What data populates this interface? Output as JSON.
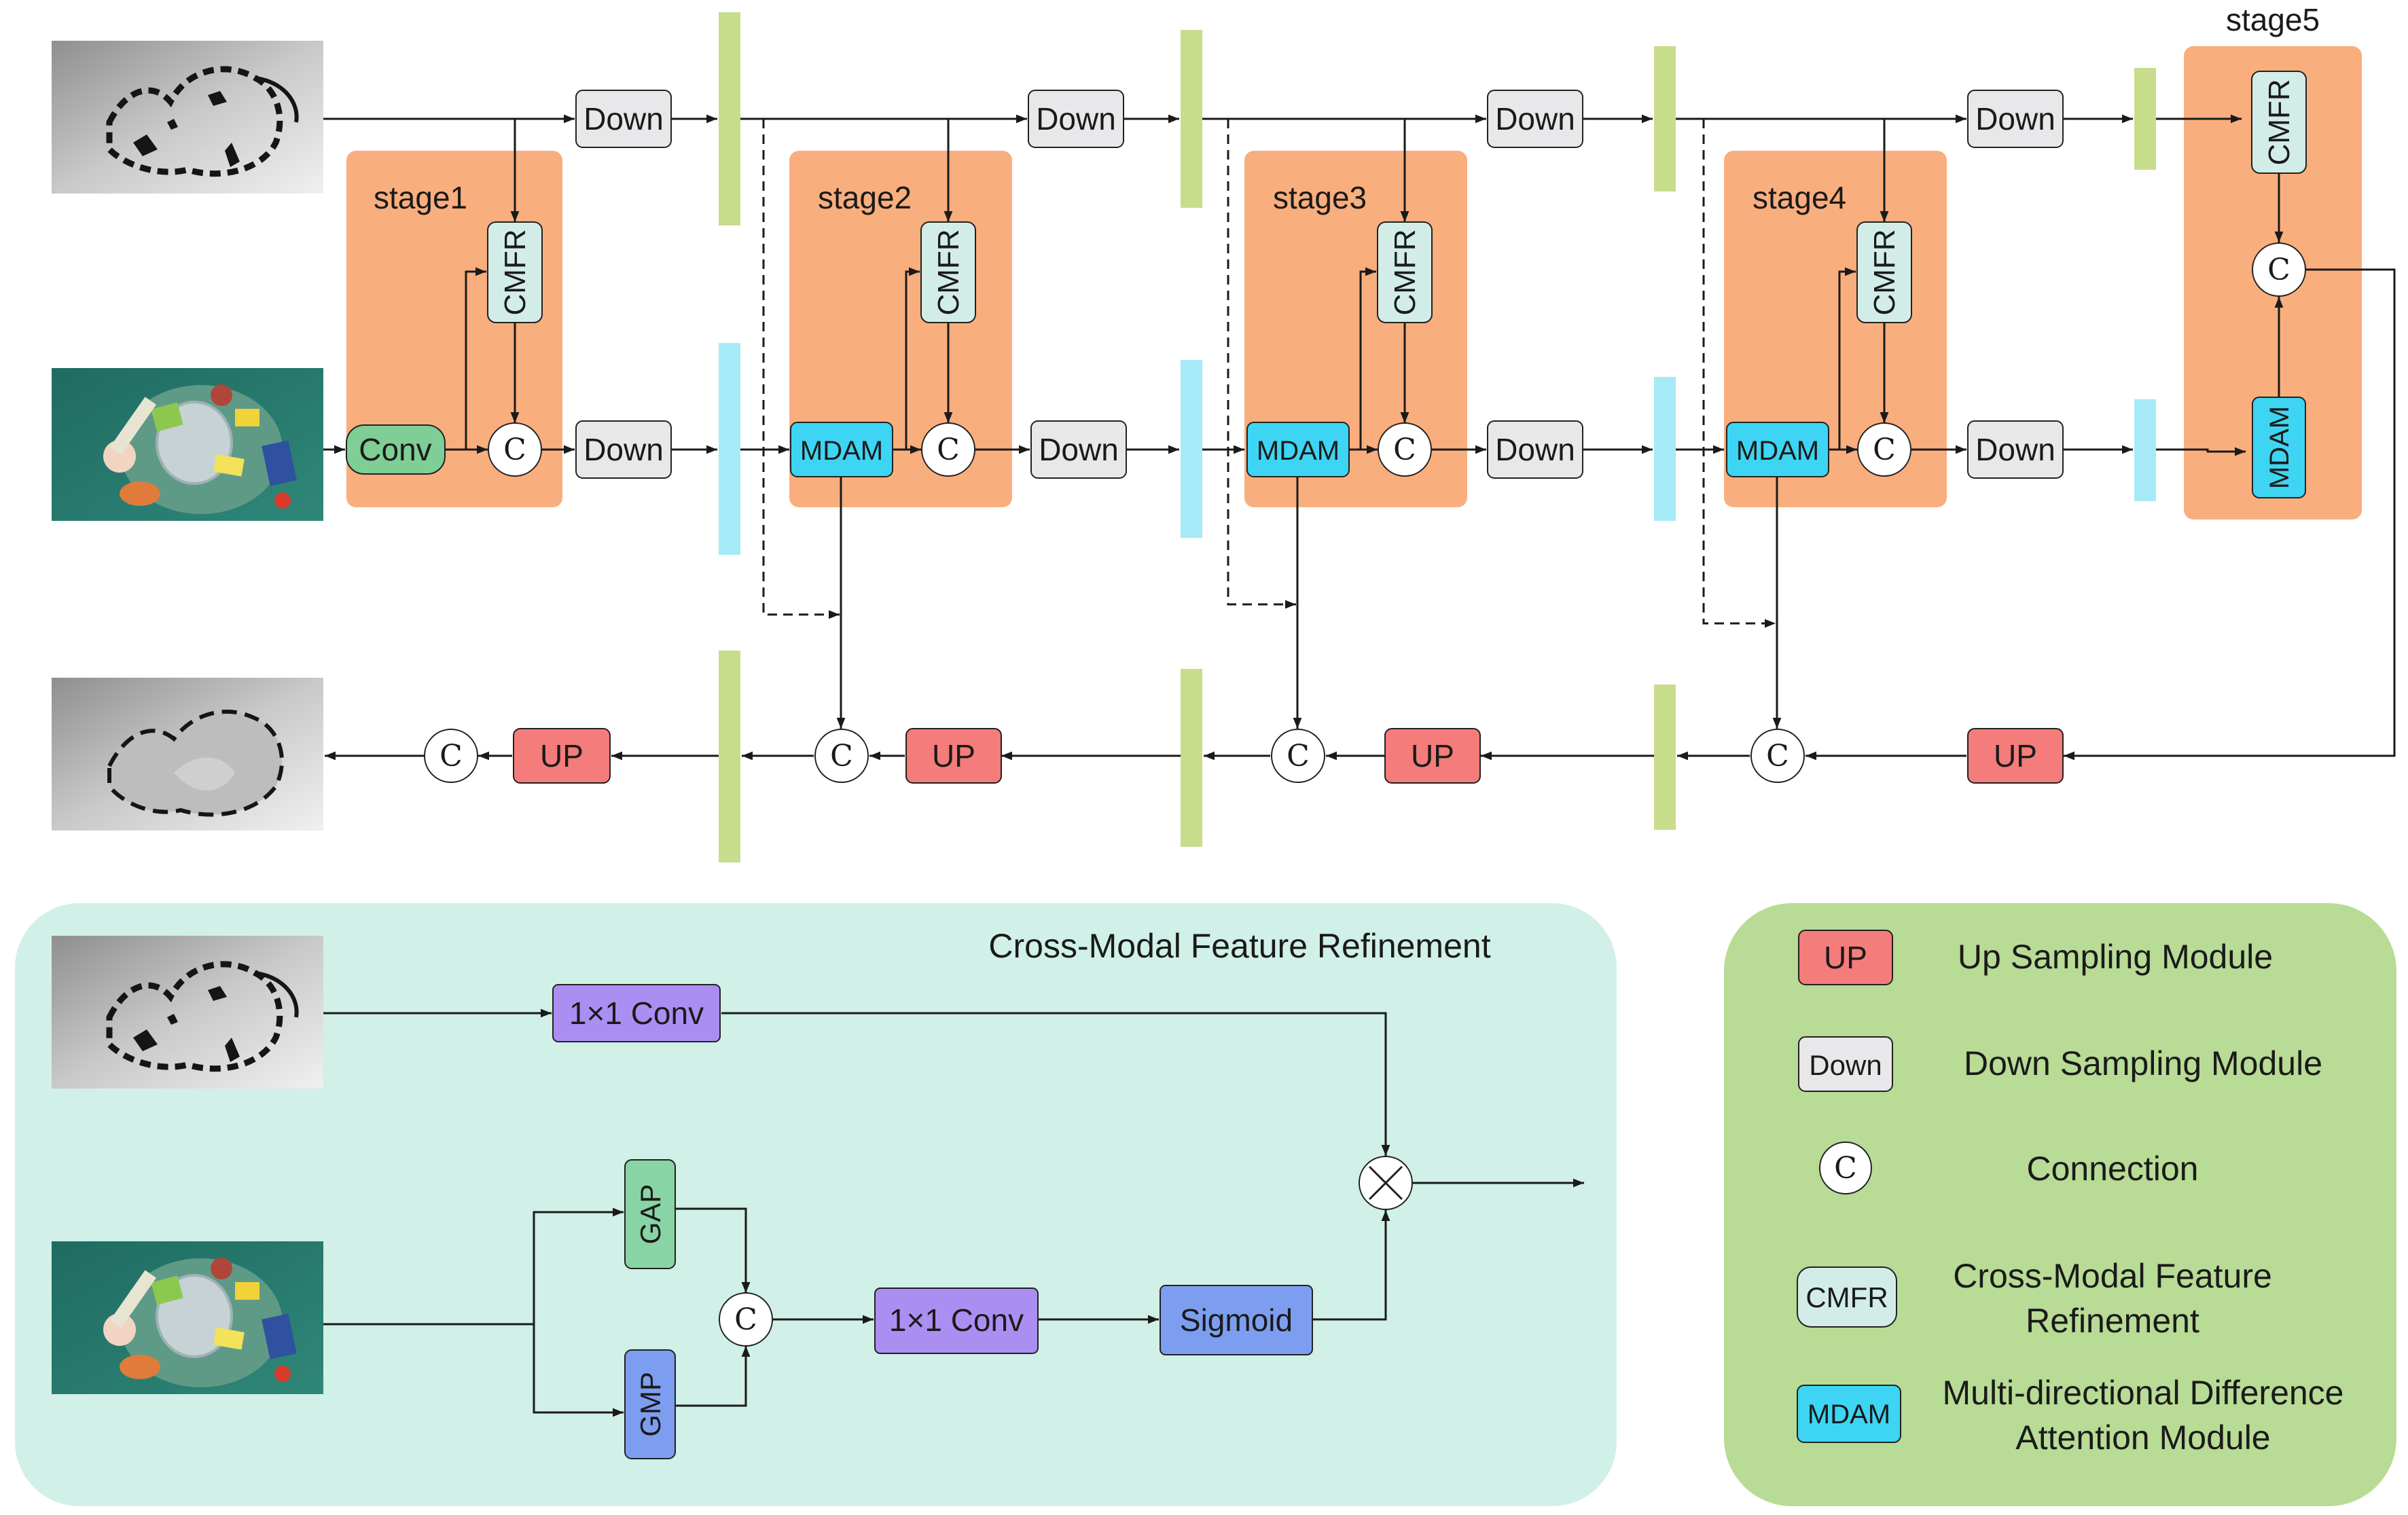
{
  "stages": [
    "stage1",
    "stage2",
    "stage3",
    "stage4",
    "stage5"
  ],
  "modules": {
    "conv": "Conv",
    "down": "Down",
    "up": "UP",
    "cmfr": "CMFR",
    "mdam": "MDAM",
    "concat": "C"
  },
  "refinement": {
    "title": "Cross-Modal Feature Refinement",
    "conv": "1×1 Conv",
    "gap": "GAP",
    "gmp": "GMP",
    "sigmoid": "Sigmoid",
    "concat": "C"
  },
  "legend": [
    {
      "key": "UP",
      "lines": [
        "Up Sampling Module"
      ]
    },
    {
      "key": "Down",
      "lines": [
        "Down Sampling Module"
      ]
    },
    {
      "key": "C",
      "lines": [
        "Connection"
      ]
    },
    {
      "key": "CMFR",
      "lines": [
        "Cross-Modal Feature",
        "Refinement"
      ]
    },
    {
      "key": "MDAM",
      "lines": [
        "Multi-directional Difference",
        "Attention Module"
      ]
    }
  ],
  "colors": {
    "stage_bg": "#f9ae7d",
    "cmfr": "#d2ede7",
    "mdam": "#3dd5f3",
    "conv": "#7fce95",
    "down": "#e8e8ea",
    "up": "#f47c7a",
    "green_bar": "#c7dd8c",
    "cyan_bar": "#a6eaf8",
    "refine_bg": "#d0f0e8",
    "legend_bg": "#b8db95",
    "purple": "#ab8ef2",
    "gap": "#88d4a4",
    "gmp": "#7d9ef0",
    "sigmoid": "#7d9ef0"
  },
  "images": {
    "depth": "depth-map-image",
    "rgb": "rgb-image",
    "output": "predicted-depth-image"
  }
}
